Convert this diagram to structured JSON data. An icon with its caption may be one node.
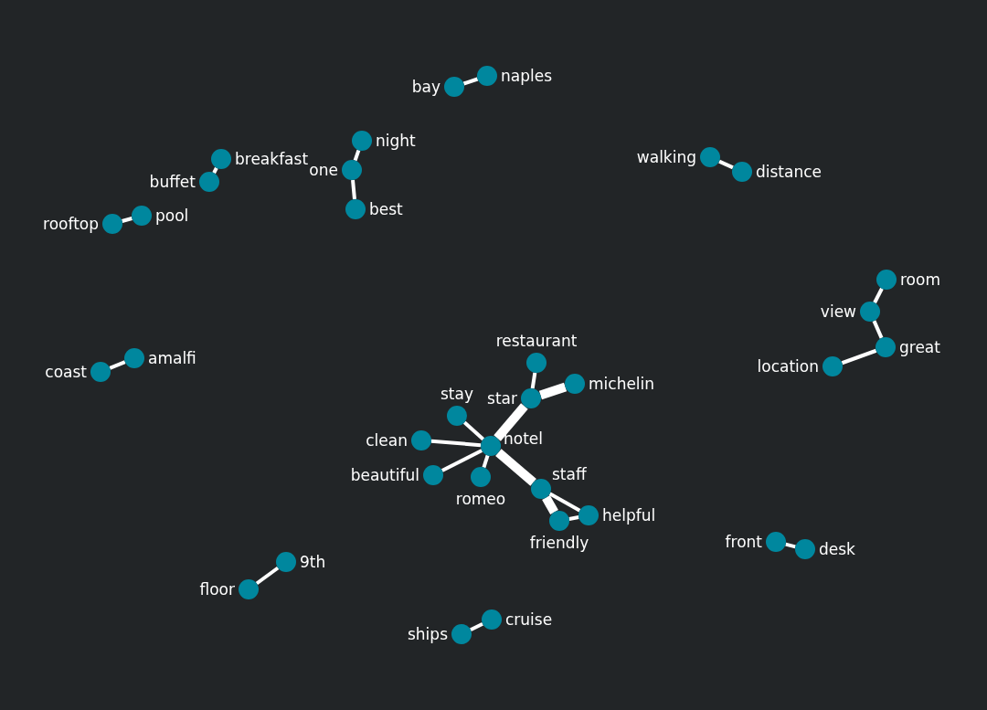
{
  "diagram": {
    "nodes": [
      {
        "text": [],
        "shape": "circle",
        "beside": [
          "naples"
        ]
      },
      {
        "text": [],
        "shape": "circle",
        "beside": [
          "bay"
        ]
      },
      {
        "text": [],
        "shape": "circle",
        "beside": [
          "breakfast"
        ]
      },
      {
        "text": [],
        "shape": "circle",
        "beside": [
          "buffet"
        ]
      },
      {
        "text": [],
        "shape": "circle",
        "beside": [
          "night"
        ]
      },
      {
        "text": [],
        "shape": "circle",
        "beside": [
          "one"
        ]
      },
      {
        "text": [],
        "shape": "circle",
        "beside": [
          "best"
        ]
      },
      {
        "text": [],
        "shape": "circle",
        "beside": [
          "walking"
        ]
      },
      {
        "text": [],
        "shape": "circle",
        "beside": [
          "distance"
        ]
      },
      {
        "text": [],
        "shape": "circle",
        "beside": [
          "rooftop"
        ]
      },
      {
        "text": [],
        "shape": "circle",
        "beside": [
          "pool"
        ]
      },
      {
        "text": [],
        "shape": "circle",
        "beside": [
          "room"
        ]
      },
      {
        "text": [],
        "shape": "circle",
        "beside": [
          "view"
        ]
      },
      {
        "text": [],
        "shape": "circle",
        "beside": [
          "great"
        ]
      },
      {
        "text": [],
        "shape": "circle",
        "beside": [
          "location"
        ]
      },
      {
        "text": [],
        "shape": "circle",
        "beside": [
          "amalfi"
        ]
      },
      {
        "text": [],
        "shape": "circle",
        "beside": [
          "coast"
        ]
      },
      {
        "text": [],
        "shape": "circle",
        "beside": [
          "restaurant"
        ]
      },
      {
        "text": [],
        "shape": "circle",
        "beside": [
          "michelin"
        ]
      },
      {
        "text": [],
        "shape": "circle",
        "beside": [
          "star"
        ]
      },
      {
        "text": [],
        "shape": "circle",
        "beside": [
          "stay"
        ]
      },
      {
        "text": [],
        "shape": "circle",
        "beside": [
          "clean"
        ]
      },
      {
        "text": [],
        "shape": "circle",
        "beside": [
          "hotel"
        ]
      },
      {
        "text": [],
        "shape": "circle",
        "beside": [
          "beautiful"
        ]
      },
      {
        "text": [],
        "shape": "circle",
        "beside": [
          "romeo"
        ]
      },
      {
        "text": [],
        "shape": "circle",
        "beside": [
          "staff"
        ]
      },
      {
        "text": [],
        "shape": "circle",
        "beside": [
          "friendly"
        ]
      },
      {
        "text": [],
        "shape": "circle",
        "beside": [
          "helpful"
        ]
      },
      {
        "text": [],
        "shape": "circle",
        "beside": [
          "front"
        ]
      },
      {
        "text": [],
        "shape": "circle",
        "beside": [
          "desk"
        ]
      },
      {
        "text": [],
        "shape": "circle",
        "beside": [
          "9th"
        ]
      },
      {
        "text": [],
        "shape": "circle",
        "beside": [
          "floor"
        ]
      },
      {
        "text": [],
        "shape": "circle",
        "beside": [
          "cruise"
        ]
      },
      {
        "text": [],
        "shape": "circle",
        "beside": [
          "ships"
        ]
      }
    ],
    "edges": [
      {
        "from": 1,
        "to": 0,
        "arrow": "none"
      },
      {
        "from": 3,
        "to": 2,
        "arrow": "none"
      },
      {
        "from": 4,
        "to": 5,
        "arrow": "none"
      },
      {
        "from": 5,
        "to": 6,
        "arrow": "none"
      },
      {
        "from": 7,
        "to": 8,
        "arrow": "none"
      },
      {
        "from": 9,
        "to": 10,
        "arrow": "none"
      },
      {
        "from": 11,
        "to": 12,
        "arrow": "none"
      },
      {
        "from": 12,
        "to": 13,
        "arrow": "none"
      },
      {
        "from": 13,
        "to": 14,
        "arrow": "none"
      },
      {
        "from": 16,
        "to": 15,
        "arrow": "none"
      },
      {
        "from": 22,
        "to": 19,
        "arrow": "none",
        "style": "thick"
      },
      {
        "from": 19,
        "to": 17,
        "arrow": "none"
      },
      {
        "from": 19,
        "to": 18,
        "arrow": "none",
        "style": "thick"
      },
      {
        "from": 22,
        "to": 20,
        "arrow": "none"
      },
      {
        "from": 22,
        "to": 21,
        "arrow": "none"
      },
      {
        "from": 22,
        "to": 23,
        "arrow": "none"
      },
      {
        "from": 22,
        "to": 24,
        "arrow": "none"
      },
      {
        "from": 22,
        "to": 25,
        "arrow": "none",
        "style": "thick"
      },
      {
        "from": 25,
        "to": 26,
        "arrow": "none",
        "style": "thick"
      },
      {
        "from": 25,
        "to": 27,
        "arrow": "none"
      },
      {
        "from": 26,
        "to": 27,
        "arrow": "none"
      },
      {
        "from": 28,
        "to": 29,
        "arrow": "none"
      },
      {
        "from": 31,
        "to": 30,
        "arrow": "none"
      },
      {
        "from": 33,
        "to": 32,
        "arrow": "none"
      }
    ]
  }
}
